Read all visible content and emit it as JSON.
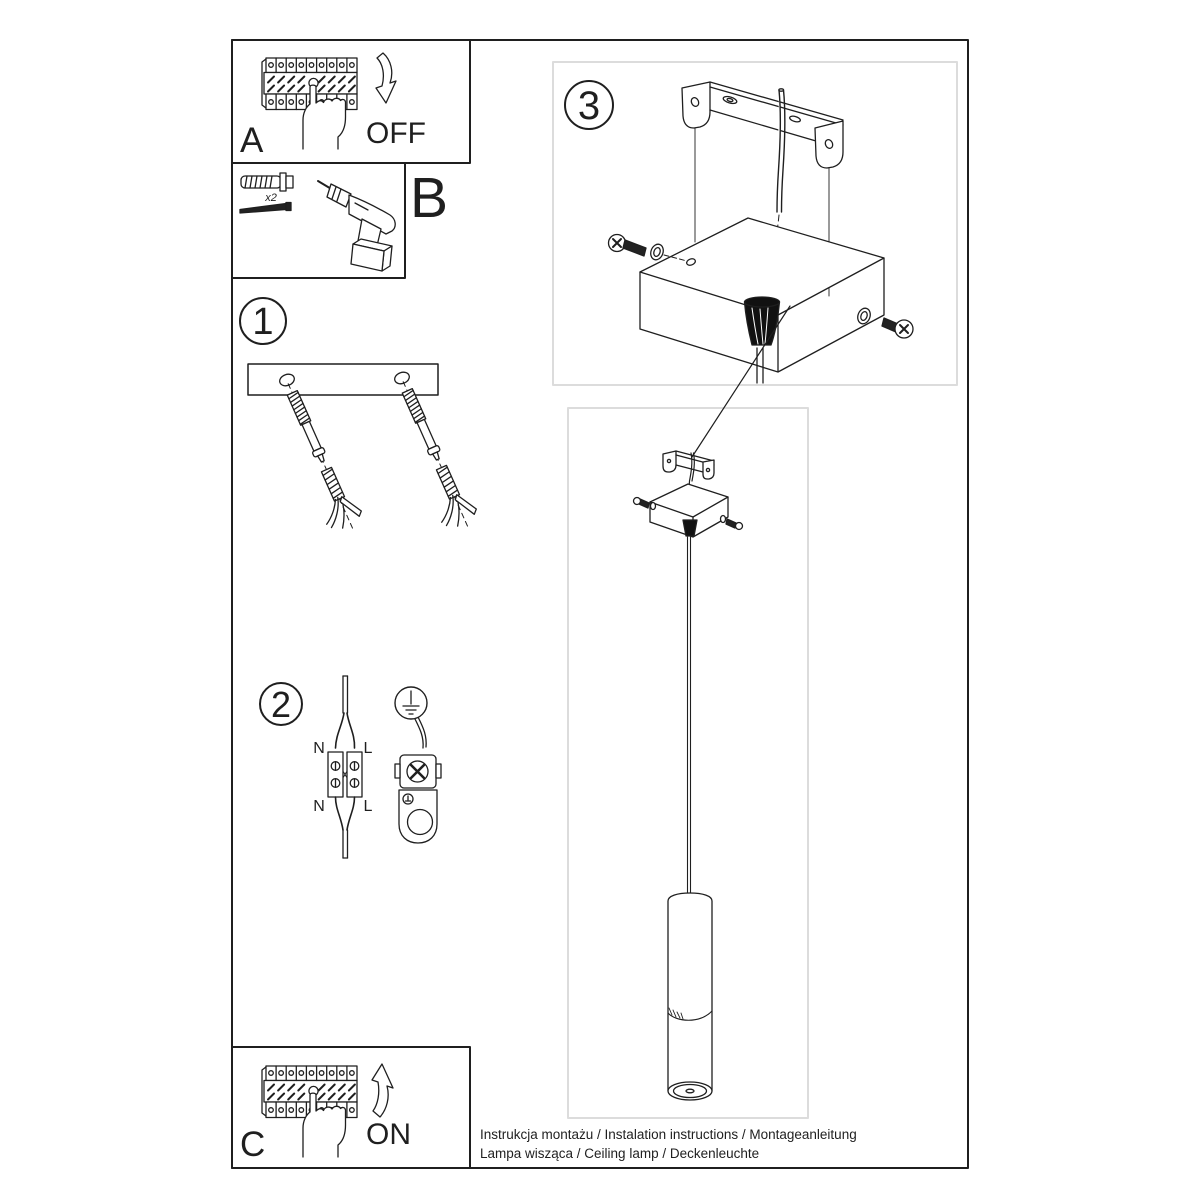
{
  "document": {
    "type": "installation-manual-page",
    "steps": {
      "a": {
        "label": "A",
        "action": "OFF"
      },
      "b": {
        "label": "B",
        "anchor_quantity": "x2"
      },
      "s1": {
        "label": "1"
      },
      "s2": {
        "label": "2",
        "wires": {
          "top": [
            "N",
            "L"
          ],
          "bottom": [
            "N",
            "L"
          ]
        }
      },
      "s3": {
        "label": "3"
      },
      "c": {
        "label": "C",
        "action": "ON"
      }
    },
    "footer": {
      "line1": "Instrukcja montażu / Instalation instructions / Montageanleitung",
      "line2": "Lampa wisząca / Ceiling lamp / Deckenleuchte"
    },
    "colors": {
      "line": "#1f1f1f",
      "light_frame": "#dcdcdc",
      "footer_text": "#333333",
      "background": "#ffffff"
    }
  }
}
